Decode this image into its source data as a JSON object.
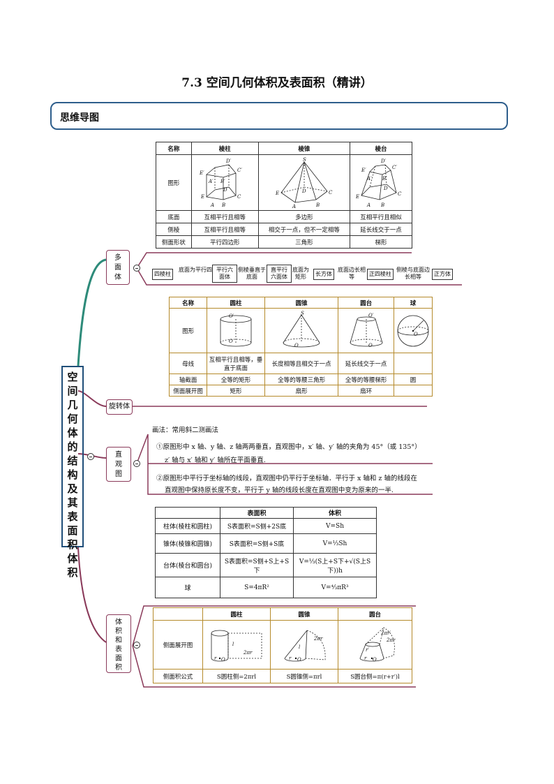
{
  "title": "7.3  空间几何体积及表面积（精讲）",
  "section": "思维导图",
  "root": "空间几何体的结构及其表面积体积",
  "branches": {
    "polyhedron": "多面体",
    "rotation": "旋转体",
    "intuitive": "直观图",
    "volume": "体积和表面积"
  },
  "poly_table": {
    "headers": [
      "名称",
      "棱柱",
      "棱锥",
      "棱台"
    ],
    "row_figure": "图形",
    "rows": [
      [
        "底面",
        "互相平行且相等",
        "多边形",
        "互相平行且相似"
      ],
      [
        "侧棱",
        "互相平行且相等",
        "相交于一点，但不一定相等",
        "延长线交于一点"
      ],
      [
        "侧面形状",
        "平行四边形",
        "三角形",
        "梯形"
      ]
    ]
  },
  "prism_chain": {
    "boxes": [
      "四棱柱",
      "平行六面体",
      "直平行六面体",
      "长方体",
      "正四棱柱",
      "正方体"
    ],
    "links": [
      "底面为平行四边形",
      "侧棱垂直于底面",
      "底面为矩形",
      "底面边长相等",
      "侧棱与底面边长相等"
    ]
  },
  "rot_table": {
    "headers": [
      "名称",
      "圆柱",
      "圆锥",
      "圆台",
      "球"
    ],
    "row_figure": "图形",
    "rows": [
      [
        "母线",
        "互相平行且相等，垂直于底面",
        "长度相等且相交于一点",
        "延长线交于一点",
        ""
      ],
      [
        "轴截面",
        "全等的矩形",
        "全等的等腰三角形",
        "全等的等腰梯形",
        "圆"
      ],
      [
        "侧面展开图",
        "矩形",
        "扇形",
        "扇环",
        ""
      ]
    ]
  },
  "intuitive": {
    "method": "画法：常用斜二测画法",
    "p1_line1": "①原图形中 x 轴、y 轴、z 轴两两垂直，直观图中，x′ 轴、y′ 轴的夹角为 45°（或 135°）",
    "p1_line2": "z′ 轴与 x′ 轴和 y′ 轴所在平面垂直.",
    "p2_line1": "②原图形中平行于坐标轴的线段，直观图中仍平行于坐标轴．平行于 x 轴和 z 轴的线段在",
    "p2_line2": "直观图中保持原长度不变，平行于 y 轴的线段长度在直观图中变为原来的一半."
  },
  "formula_table": {
    "headers": [
      "",
      "表面积",
      "体积"
    ],
    "rows": [
      [
        "柱体(棱柱和圆柱)",
        "S表面积=S侧+2S底",
        "V=Sh"
      ],
      [
        "锥体(棱锥和圆锥)",
        "S表面积=S侧+S底",
        "V=⅓Sh"
      ],
      [
        "台体(棱台和圆台)",
        "S表面积=S侧+S上+S下",
        "V=⅓(S上+S下+√(S上S下))h"
      ],
      [
        "球",
        "S=4πR²",
        "V=⁴⁄₃πR³"
      ]
    ]
  },
  "lateral_table": {
    "headers": [
      "",
      "圆柱",
      "圆锥",
      "圆台"
    ],
    "row_figure": "侧面展开图",
    "row_formula": [
      "侧面积公式",
      "S圆柱侧=2πrl",
      "S圆锥侧=πrl",
      "S圆台侧=π(r+r′)l"
    ]
  },
  "fig_labels": {
    "prism": [
      "D′",
      "C′",
      "E′",
      "A′",
      "B′",
      "D",
      "C",
      "E",
      "A",
      "B"
    ],
    "pyramid": [
      "S",
      "D",
      "C",
      "E",
      "A",
      "B"
    ],
    "frustum": [
      "D′",
      "C′",
      "E′",
      "A′",
      "B′",
      "D",
      "C",
      "E",
      "A",
      "B"
    ],
    "cyl": [
      "O′",
      "O"
    ],
    "cone": [
      "S",
      "O"
    ],
    "frus": [
      "O′",
      "O"
    ],
    "sphere": [
      "O"
    ],
    "unfold_cyl": [
      "l",
      "2πr",
      "r",
      "O"
    ],
    "unfold_cone": [
      "2πr",
      "l",
      "r",
      "O"
    ],
    "unfold_frus": [
      "2πr′",
      "2πr",
      "r′",
      "r",
      "O"
    ]
  },
  "colors": {
    "section_border": "#2e5e8c",
    "gold": "#b58a2b",
    "branch_green": "#2e8b7a",
    "branch_maroon": "#8a3a5a"
  }
}
